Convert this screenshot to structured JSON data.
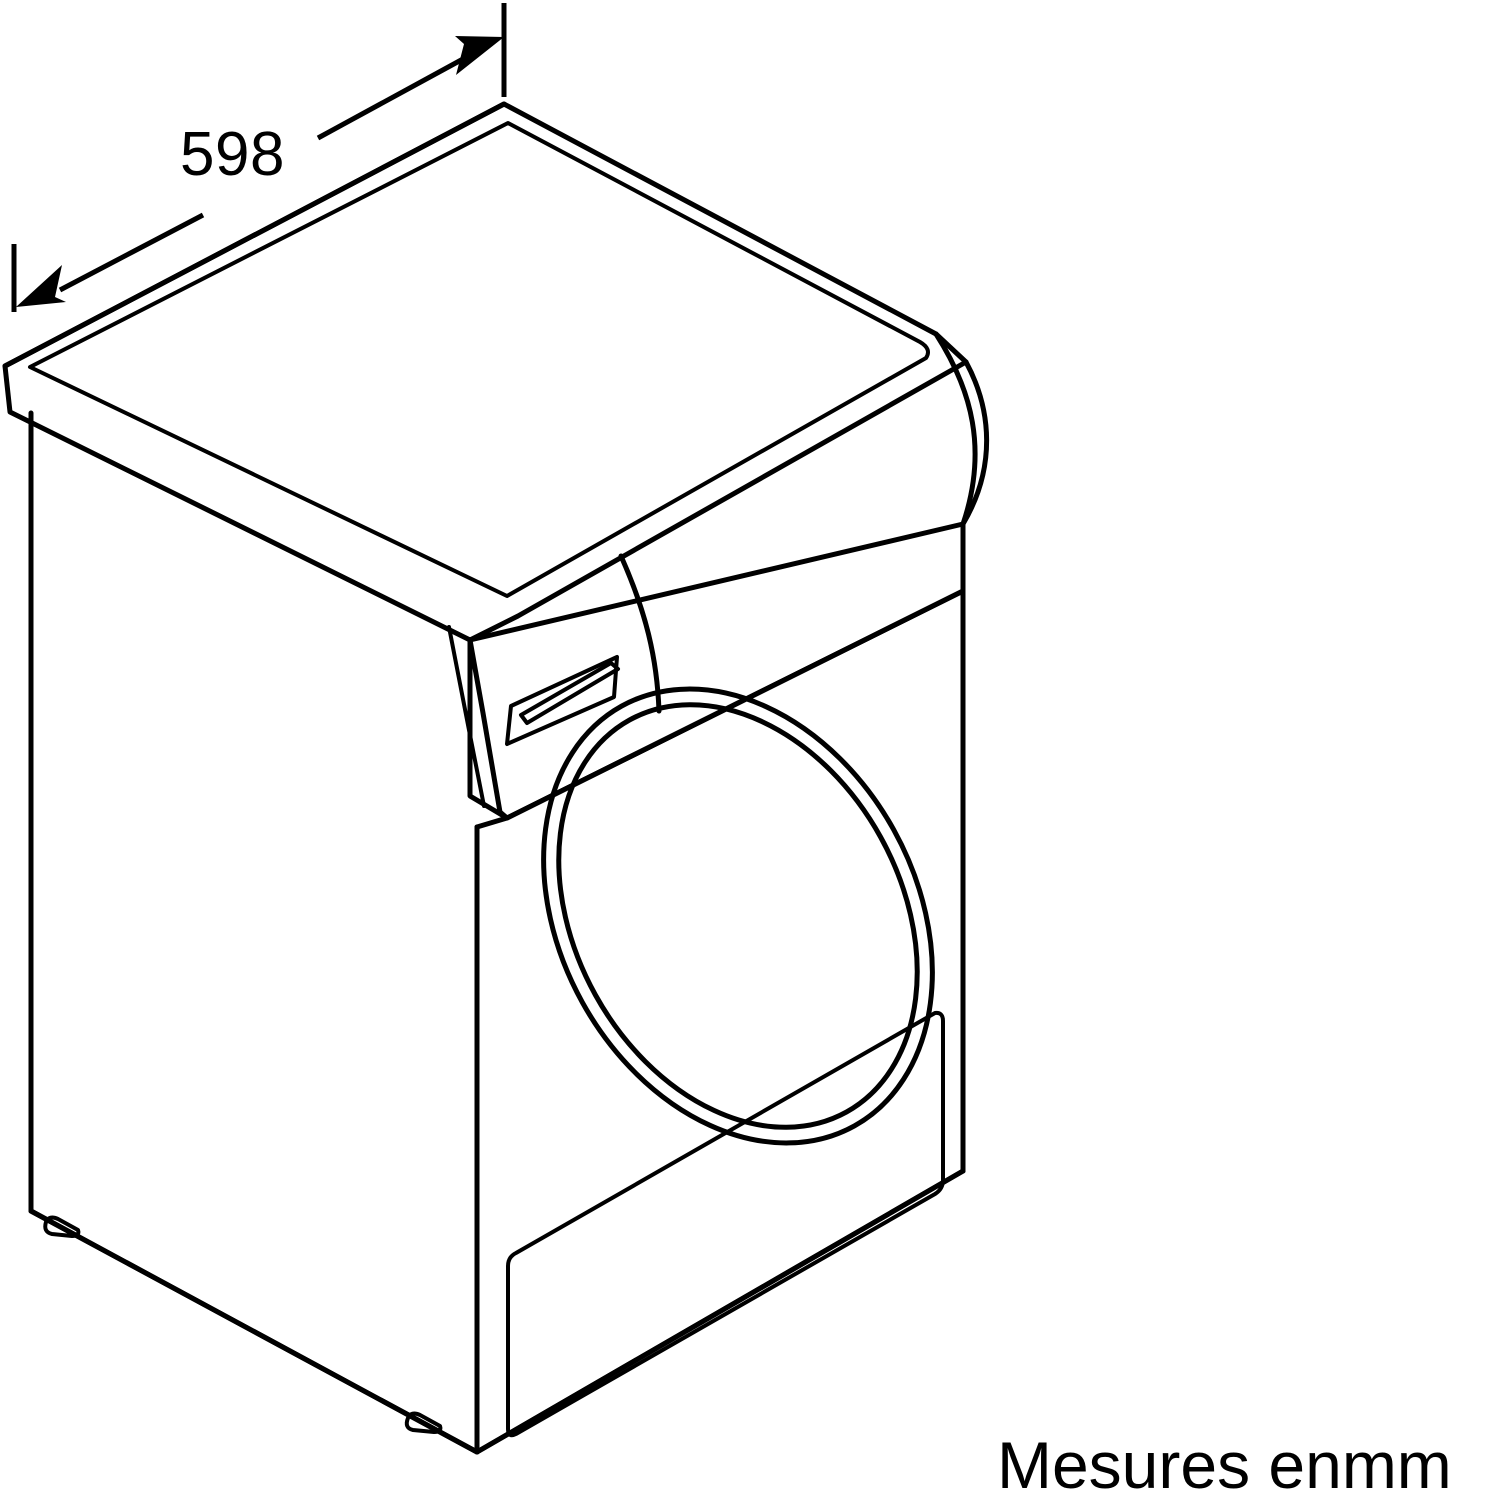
{
  "drawing": {
    "title": "Appliance dimension drawing",
    "subject": "tumble-dryer-front-loader",
    "projection": "isometric",
    "line_color": "#000000",
    "background_color": "#ffffff"
  },
  "dimensions": {
    "depth": {
      "label": "598",
      "value": 598,
      "unit": "mm",
      "axis": "depth",
      "arrow_style": "double-ended",
      "position": "top-left"
    }
  },
  "notes": {
    "units": "Mesures enmm"
  },
  "parts": {
    "top_panel": "top-panel",
    "top_panel_inset": "top-panel-inset",
    "control_panel": "control-panel",
    "control_panel_display": "control-panel-display",
    "door": "appliance-door",
    "door_inner_ring": "door-inner-ring",
    "kickplate": "kickplate-panel",
    "left_side": "left-side-panel",
    "front_face": "front-face-panel",
    "shoulder_curve": "right-shoulder-curve",
    "foot_front_left": "foot-front-left",
    "foot_rear_left": "foot-rear-left"
  }
}
